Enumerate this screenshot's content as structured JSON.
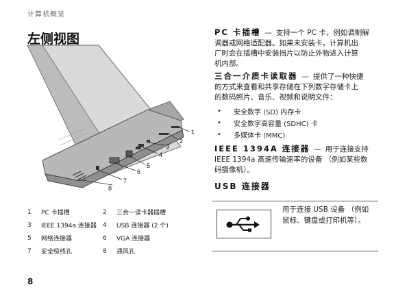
{
  "header": {
    "section": "计算机概览"
  },
  "page_title": "左侧视图",
  "figure": {
    "callouts": [
      "1",
      "2",
      "3",
      "4",
      "5",
      "6",
      "7",
      "8"
    ]
  },
  "legend": [
    {
      "n1": "1",
      "l1": "PC 卡插槽",
      "n2": "2",
      "l2": "三合一读卡器插槽"
    },
    {
      "n1": "3",
      "l1": "IEEE 1394a 连接器",
      "n2": "4",
      "l2": "USB 连接器 (2 个)"
    },
    {
      "n1": "5",
      "l1": "网络连接器",
      "n2": "6",
      "l2": "VGA 连接器"
    },
    {
      "n1": "7",
      "l1": "安全缆线孔",
      "n2": "8",
      "l2": "通风孔"
    }
  ],
  "page_number": "8",
  "pc_card": {
    "term": "PC 卡插槽",
    "dash": "—",
    "text_line1": "支持一个 PC 卡，例如调制解",
    "text_line2": "调器或网络适配器。如果未安装卡，计算机出",
    "text_line3": "厂时会在插槽中安装挡片以防止外物进入计算",
    "text_line4": "机内部。"
  },
  "card_reader": {
    "term": "三合一介质卡读取器",
    "dash": "—",
    "text_line1": "提供了一种快捷",
    "text_line2": "的方式来查看和共享存储在下列数字存储卡上",
    "text_line3": "的数码照片、音乐、视频和说明文件：",
    "bullets": [
      "安全数字 (SD) 内存卡",
      "安全数字高容量 (SDHC) 卡",
      "多媒体卡 (MMC)"
    ]
  },
  "ieee": {
    "term": "IEEE 1394A 连接器",
    "dash": "—",
    "text_line1": "用于连接支持",
    "text_line2": "IEEE 1394a 高速传输速率的设备 （例如某些数",
    "text_line3": "码摄像机）。"
  },
  "usb": {
    "heading": "USB 连接器",
    "icon": "usb-icon",
    "desc_line1": "用于连接 USB 设备 （例如",
    "desc_line2": "鼠标、键盘或打印机等）。"
  }
}
